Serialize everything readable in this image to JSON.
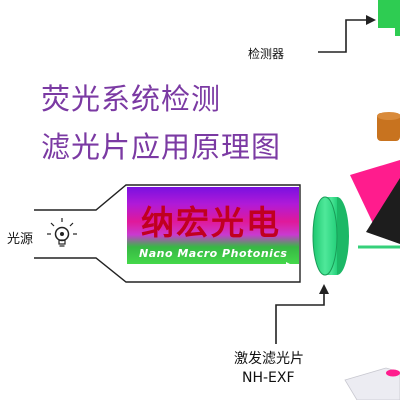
{
  "title": {
    "line1": "荧光系统检测",
    "line2": "滤光片应用原理图"
  },
  "labels": {
    "detector": "检测器",
    "light_source": "光源",
    "excitation_filter": "激发滤光片",
    "excitation_filter_code": "NH-EXF"
  },
  "watermark": {
    "brand_cn": "纳宏光电",
    "brand_en": "Nano Macro Photonics"
  },
  "colors": {
    "detector": "#2ecc52",
    "title": "#7b3aa3",
    "emission_filter": "#c8731f",
    "dichroic": "#ff1c8d",
    "excitation_filter": "#2fdc86",
    "brand": "#c00020"
  },
  "icons": [
    "lightbulb-icon"
  ]
}
